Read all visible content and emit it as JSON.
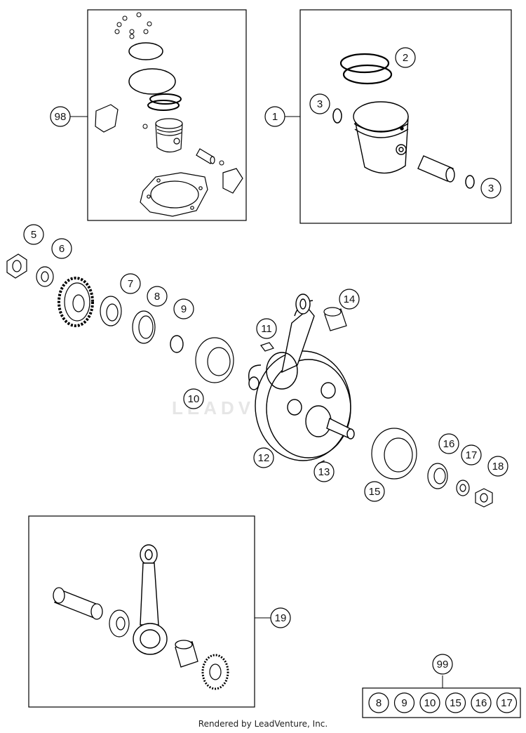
{
  "diagram": {
    "watermark": "LEADVENTURE",
    "credit": "Rendered by LeadVenture, Inc.",
    "callouts": [
      {
        "id": "c98",
        "label": "98"
      },
      {
        "id": "c1",
        "label": "1"
      },
      {
        "id": "c2",
        "label": "2"
      },
      {
        "id": "c3a",
        "label": "3"
      },
      {
        "id": "c3b",
        "label": "3"
      },
      {
        "id": "c5",
        "label": "5"
      },
      {
        "id": "c6",
        "label": "6"
      },
      {
        "id": "c7",
        "label": "7"
      },
      {
        "id": "c8",
        "label": "8"
      },
      {
        "id": "c9",
        "label": "9"
      },
      {
        "id": "c10",
        "label": "10"
      },
      {
        "id": "c11",
        "label": "11"
      },
      {
        "id": "c12",
        "label": "12"
      },
      {
        "id": "c13",
        "label": "13"
      },
      {
        "id": "c14",
        "label": "14"
      },
      {
        "id": "c15",
        "label": "15"
      },
      {
        "id": "c16",
        "label": "16"
      },
      {
        "id": "c17",
        "label": "17"
      },
      {
        "id": "c18",
        "label": "18"
      },
      {
        "id": "c19",
        "label": "19"
      },
      {
        "id": "c99",
        "label": "99"
      }
    ],
    "kit99_items": [
      "8",
      "9",
      "10",
      "15",
      "16",
      "17"
    ]
  }
}
